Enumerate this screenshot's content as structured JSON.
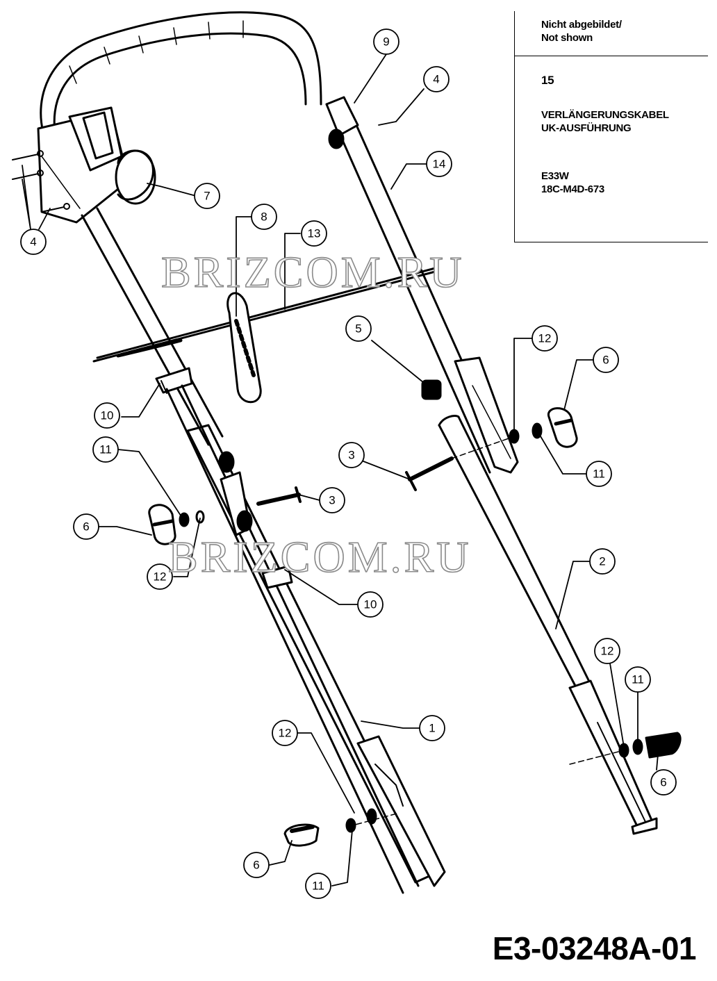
{
  "info": {
    "not_shown": [
      "Nicht abgebildet/",
      "Not shown"
    ],
    "part_number": "15",
    "part_name": [
      "VERLÄNGERUNGSKABEL",
      "UK-AUSFÜHRUNG"
    ],
    "model": [
      "E33W",
      "18C-M4D-673"
    ]
  },
  "document_number": "E3-03248A-01",
  "watermark": "BRIZCOM.RU",
  "callouts": {
    "c1": "1",
    "c2": "2",
    "c3a": "3",
    "c3b": "3",
    "c4a": "4",
    "c4b": "4",
    "c5": "5",
    "c6a": "6",
    "c6b": "6",
    "c6c": "6",
    "c6d": "6",
    "c7": "7",
    "c8": "8",
    "c9": "9",
    "c10a": "10",
    "c10b": "10",
    "c11a": "11",
    "c11b": "11",
    "c11c": "11",
    "c11d": "11",
    "c12a": "12",
    "c12b": "12",
    "c12c": "12",
    "c12d": "12",
    "c13": "13",
    "c14": "14"
  }
}
